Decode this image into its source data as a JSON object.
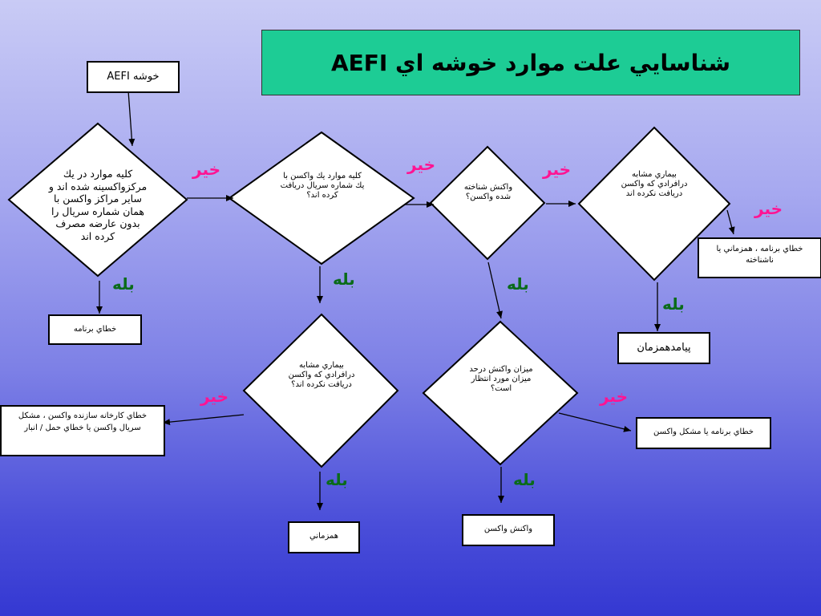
{
  "title": "شناسايي علت موارد خوشه اي AEFI",
  "start_box": "خوشه AEFI",
  "decisions": {
    "d1": "كليه موارد در يك مركزواكسينه شده اند و ساير مراكز واكسن با همان شماره سريال را بدون عارضه مصرف كرده اند",
    "d2": "كليه موارد يك واكسن با يك شماره سريال دريافت كرده اند؟",
    "d3": "واكنش شناخته شده واكسن؟",
    "d4": "بيماري مشابه درافرادي كه واكسن دريافت نكرده اند",
    "d5": "بيماري مشابه درافرادي كه واكسن دريافت نكرده اند؟",
    "d6": "ميزان واكنش درحد ميزان مورد انتظار است؟"
  },
  "outcomes": {
    "program_error": "خطاي برنامه",
    "program_or_coincidence": "خطاي برنامه ، همزماني يا ناشناخته",
    "coincidental": "پيامدهمزمان",
    "manufacturer_error": "خطاي كارخانه سازنده واكسن ، مشكل سريال واكسن يا خطاي حمل / انبار",
    "program_or_vaccine_problem": "خطاي برنامه يا مشكل واكسن",
    "vaccine_reaction": "واكنش واكسن",
    "coincidence": "همزماني"
  },
  "labels": {
    "no": "خير",
    "yes": "بله"
  },
  "colors": {
    "title_bg": "#1dcc95",
    "no": "#ff1493",
    "yes": "#0a6b1a"
  }
}
